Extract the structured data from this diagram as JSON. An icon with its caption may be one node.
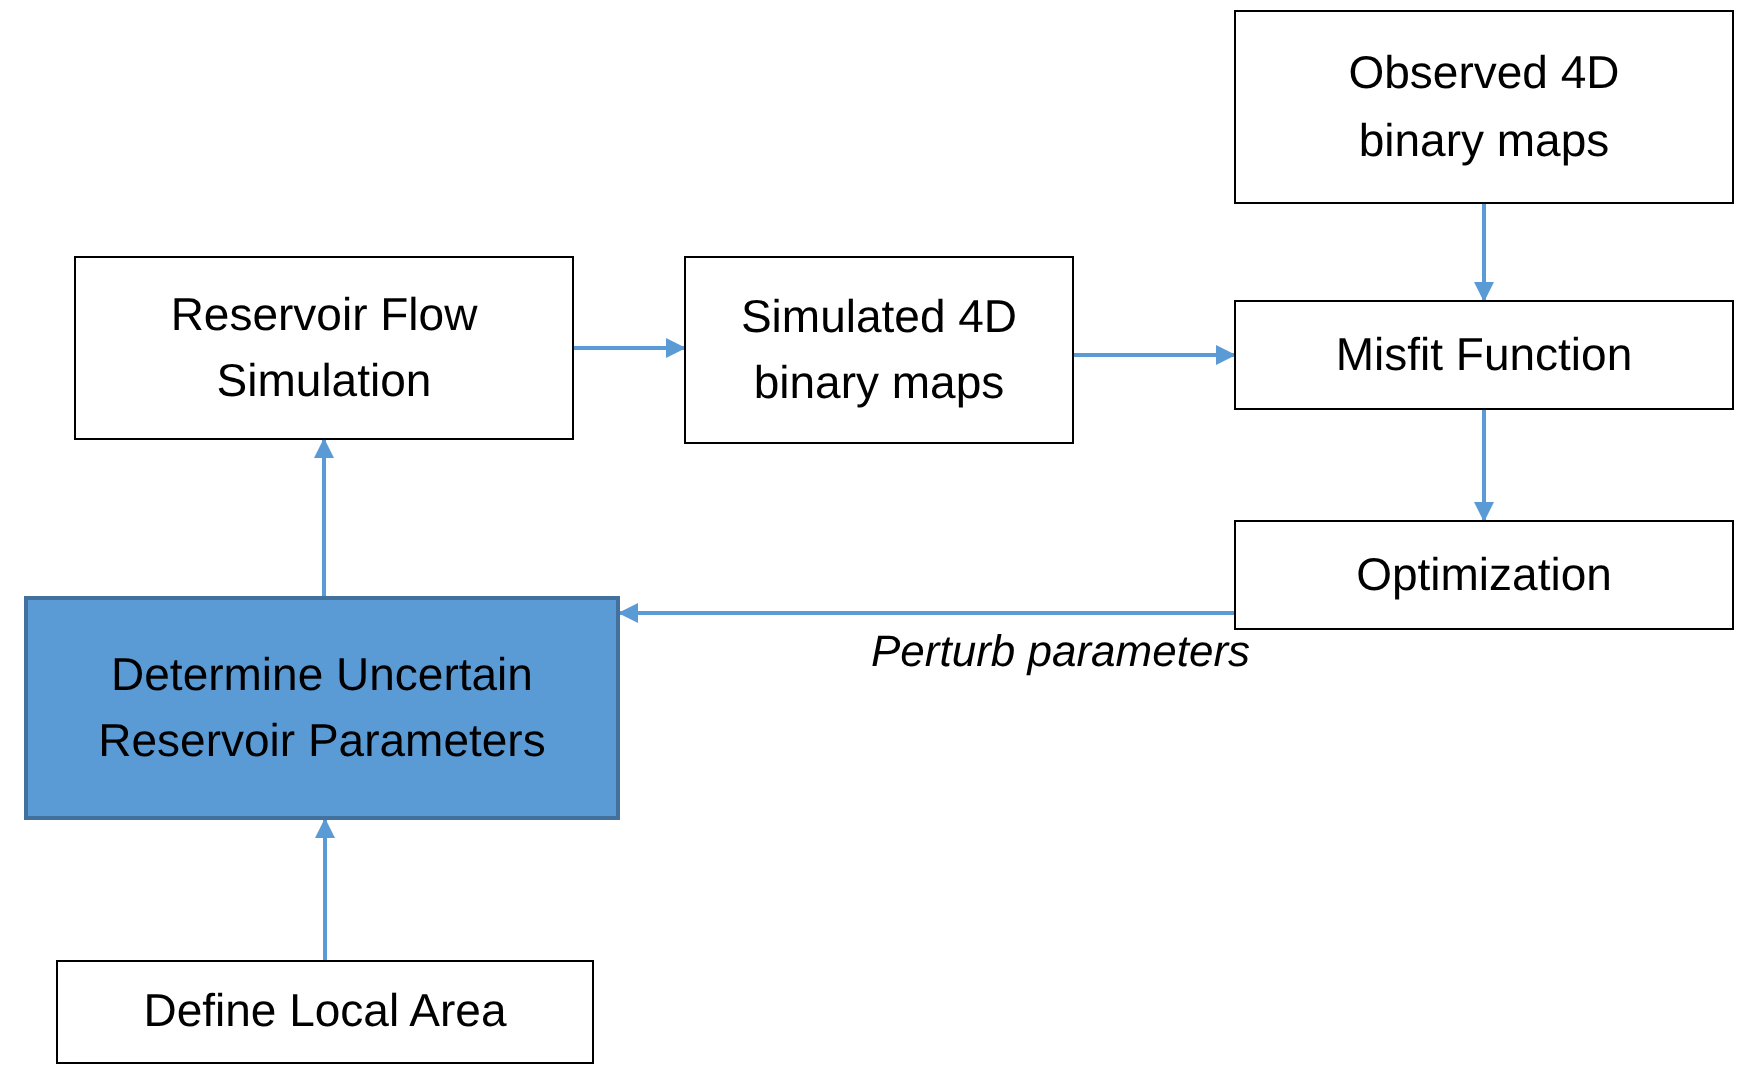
{
  "diagram": {
    "nodes": [
      {
        "text": [
          "Observed 4D binary maps"
        ]
      },
      {
        "text": [
          "Reservoir Flow Simulation"
        ]
      },
      {
        "text": [
          "Simulated 4D binary maps"
        ]
      },
      {
        "text": [
          "Misfit Function"
        ]
      },
      {
        "text": [
          "Optimization"
        ]
      },
      {
        "text": [
          "Determine Uncertain Reservoir Parameters"
        ]
      },
      {
        "text": [
          "Define Local Area"
        ]
      }
    ],
    "edges": [
      {
        "from": 0,
        "to": 3,
        "arrow": "to"
      },
      {
        "from": 1,
        "to": 2,
        "arrow": "to"
      },
      {
        "from": 2,
        "to": 3,
        "arrow": "to"
      },
      {
        "from": 3,
        "to": 4,
        "arrow": "to"
      },
      {
        "from": 4,
        "to": 5,
        "arrow": "to",
        "label": "Perturb parameters"
      },
      {
        "from": 5,
        "to": 1,
        "arrow": "to"
      },
      {
        "from": 6,
        "to": 5,
        "arrow": "to"
      }
    ]
  }
}
